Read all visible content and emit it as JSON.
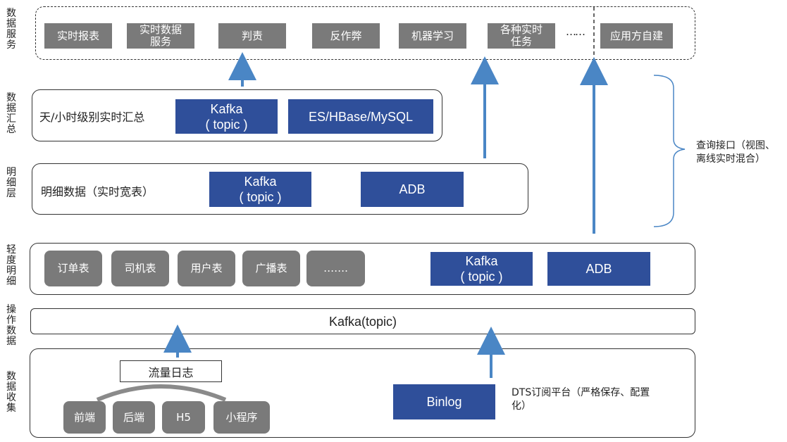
{
  "layers": {
    "service": "数据服务",
    "summary": "数据汇总",
    "detail": "明细层",
    "light": "轻度明细",
    "ops": "操作数据",
    "collect": "数据收集"
  },
  "service": {
    "items": [
      "实时报表",
      "实时数据\n服务",
      "判责",
      "反作弊",
      "机器学习",
      "各种实时\n任务"
    ],
    "ellipsis": "……",
    "self_build": "应用方自建"
  },
  "summary": {
    "text": "天/小时级别实时汇总",
    "kafka": "Kafka\n( topic )",
    "store": "ES/HBase/MySQL"
  },
  "detail": {
    "text": "明细数据（实时宽表）",
    "kafka": "Kafka\n( topic )",
    "adb": "ADB"
  },
  "light": {
    "tables": [
      "订单表",
      "司机表",
      "用户表",
      "广播表",
      "……."
    ],
    "kafka": "Kafka\n( topic )",
    "adb": "ADB"
  },
  "ops": {
    "text": "Kafka(topic)"
  },
  "collect": {
    "traffic_log": "流量日志",
    "sources": [
      "前端",
      "后端",
      "H5",
      "小程序"
    ],
    "binlog": "Binlog",
    "dts_note": "DTS订阅平台（严格保存、配置化）"
  },
  "query_note": "查询接口（视图、离线实时混合）",
  "colors": {
    "blue_box": "#2f4f9a",
    "gray_box": "#7a7a7a",
    "arrow": "#4a86c5"
  }
}
